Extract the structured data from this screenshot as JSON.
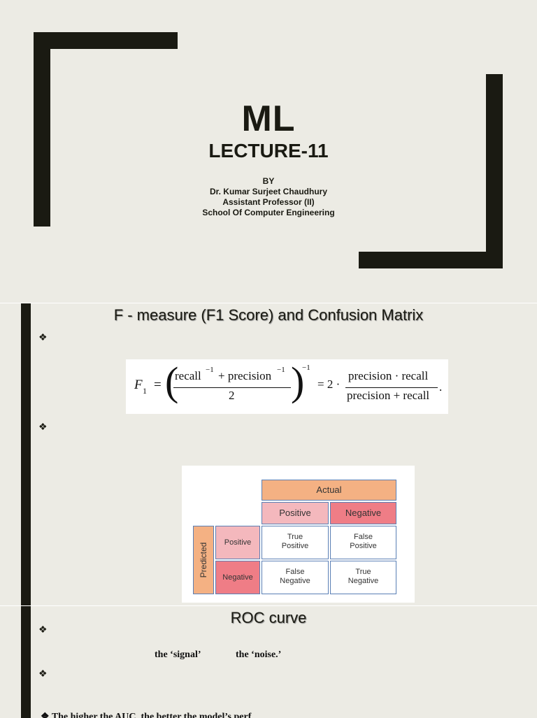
{
  "slide1": {
    "title": "ML",
    "subtitle": "LECTURE-11",
    "by": "BY",
    "author": "Dr. Kumar Surjeet Chaudhury",
    "role": "Assistant Professor (II)",
    "school": "School Of Computer Engineering"
  },
  "slide2": {
    "heading": "F - measure (F1 Score) and Confusion Matrix",
    "bullet_symbol": "❖",
    "formula": {
      "lhs": "F",
      "lhs_sub": "1",
      "eq": "=",
      "num1": "recall",
      "exp1": "−1",
      "plus": "+ precision",
      "exp2": "−1",
      "den1": "2",
      "outer_exp": "−1",
      "eq2": "= 2 ·",
      "num2": "precision · recall",
      "den2": "precision + recall",
      "dot": "."
    },
    "matrix": {
      "actual": "Actual",
      "predicted": "Predicted",
      "positive": "Positive",
      "negative": "Negative",
      "tp": [
        "True",
        "Positive"
      ],
      "fp": [
        "False",
        "Positive"
      ],
      "fn": [
        "False",
        "Negative"
      ],
      "tn": [
        "True",
        "Negative"
      ],
      "colors": {
        "orange": "#f4b183",
        "pink": "#f4b8bd",
        "red": "#ef7d86"
      }
    }
  },
  "slide3": {
    "heading": "ROC curve",
    "bullet_symbol": "❖",
    "signal": "the ‘signal’",
    "noise": "the ‘noise.’",
    "last_line": "The higher the AUC, the better the model’s perf"
  }
}
